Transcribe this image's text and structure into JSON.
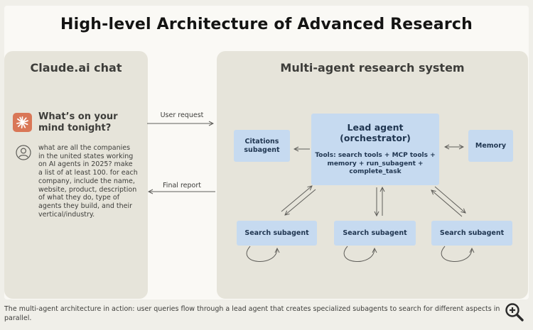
{
  "title": "High-level Architecture of Advanced Research",
  "left_panel": {
    "title": "Claude.ai chat",
    "prompt_heading": "What’s on your mind tonight?",
    "user_query": "what are all the companies in the united states working on AI agents in 2025? make a list of at least 100. for each company, include the name, website, product, description of what they do, type of agents they build, and their vertical/industry."
  },
  "right_panel": {
    "title": "Multi-agent research system"
  },
  "arrows": {
    "user_request": "User request",
    "final_report": "Final report"
  },
  "lead_agent": {
    "title": "Lead agent",
    "subtitle": "(orchestrator)",
    "tools": "Tools: search tools + MCP tools + memory + run_subagent + complete_task"
  },
  "citations": "Citations subagent",
  "memory": "Memory",
  "search_subagents": [
    "Search subagent",
    "Search subagent",
    "Search subagent"
  ],
  "caption": "The multi-agent architecture in action: user queries flow through a lead agent that creates specialized subagents to search for different aspects in parallel.",
  "icons": {
    "claude": "claude-sunburst-icon",
    "user": "user-avatar-icon",
    "zoom": "zoom-in-icon"
  },
  "colors": {
    "claude_accent": "#d97757",
    "box_fill": "#c6daf0",
    "panel_fill": "#e6e4da"
  }
}
